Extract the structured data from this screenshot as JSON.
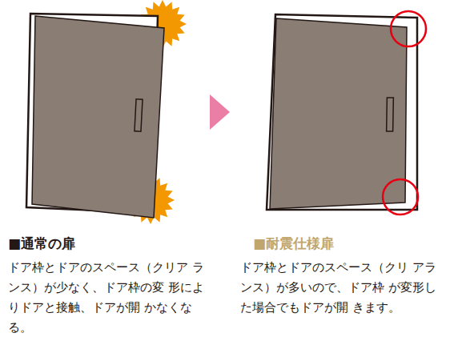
{
  "diagram": {
    "labels": [
      "■通常の扉",
      "ドア枠とドアのスペース（クリア ランス）が少なく、ドア枠の変 形によりドアと接触、ドアが開 かなくなる。",
      "■耐震仕様扉",
      "ドア枠とドアのスペース（クリ アランス）が多いので、ドア枠 が変形した場合でもドアが開 きます。"
    ]
  }
}
